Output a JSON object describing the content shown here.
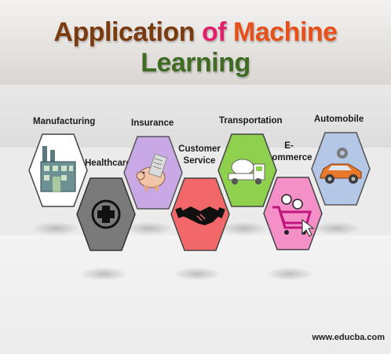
{
  "title": {
    "part1": "Application ",
    "part2": "of ",
    "part3": "Machine ",
    "part4": "Learning"
  },
  "colors": {
    "title1": "#7a3b10",
    "title2": "#e0206a",
    "title3": "#e8501a",
    "title4": "#3f6b22"
  },
  "items": [
    {
      "label": "Manufacturing",
      "icon": "factory-icon",
      "fill": "#ffffff"
    },
    {
      "label": "Healthcare",
      "icon": "medical-cross-icon",
      "fill": "#7a7a7a"
    },
    {
      "label": "Insurance",
      "icon": "piggy-bank-icon",
      "fill": "#c9a8e6"
    },
    {
      "label": "Customer\nService",
      "icon": "handshake-icon",
      "fill": "#f26868"
    },
    {
      "label": "Transportation",
      "icon": "truck-icon",
      "fill": "#8fd14f"
    },
    {
      "label": "E-\ncommerce",
      "icon": "shopping-cart-icon",
      "fill": "#f58fc8"
    },
    {
      "label": "Automobile",
      "icon": "car-icon",
      "fill": "#b4c7e7"
    }
  ],
  "watermark": "www.educba.com"
}
